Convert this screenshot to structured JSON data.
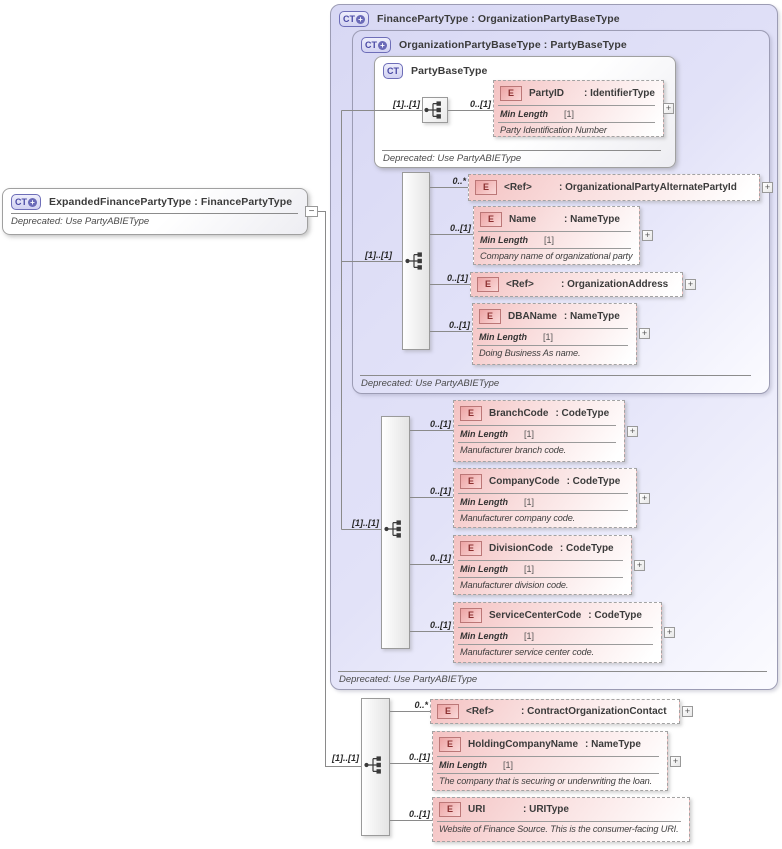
{
  "badges": {
    "complex_type": "CT",
    "element": "E"
  },
  "glyphs": {
    "plus": "+",
    "minus": "−"
  },
  "cardinality": {
    "one_one": "[1]..[1]",
    "zero_one": "0..[1]",
    "zero_many": "0..*"
  },
  "root": {
    "title": "ExpandedFinancePartyType : FinancePartyType",
    "deprecated": "Deprecated: Use PartyABIEType"
  },
  "finance_party": {
    "title": "FinancePartyType : OrganizationPartyBaseType",
    "deprecated": "Deprecated: Use PartyABIEType"
  },
  "org_party_base": {
    "title": "OrganizationPartyBaseType : PartyBaseType",
    "deprecated": "Deprecated: Use PartyABIEType"
  },
  "party_base": {
    "title": "PartyBaseType",
    "deprecated": "Deprecated: Use PartyABIEType"
  },
  "elements": {
    "party_id": {
      "name": "PartyID",
      "type": ": IdentifierType",
      "facet_label": "Min Length",
      "facet_value": "[1]",
      "doc": "Party Identification Number"
    },
    "alt_party_ref": {
      "name": "<Ref>",
      "type": ": OrganizationalPartyAlternatePartyId"
    },
    "org_name": {
      "name": "Name",
      "type": ": NameType",
      "facet_label": "Min Length",
      "facet_value": "[1]",
      "doc": "Company name of organizational party"
    },
    "org_address_ref": {
      "name": "<Ref>",
      "type": ": OrganizationAddress"
    },
    "dba_name": {
      "name": "DBAName",
      "type": ": NameType",
      "facet_label": "Min Length",
      "facet_value": "[1]",
      "doc": "Doing Business As name."
    },
    "branch_code": {
      "name": "BranchCode",
      "type": ": CodeType",
      "facet_label": "Min Length",
      "facet_value": "[1]",
      "doc": "Manufacturer branch code."
    },
    "company_code": {
      "name": "CompanyCode",
      "type": ": CodeType",
      "facet_label": "Min Length",
      "facet_value": "[1]",
      "doc": "Manufacturer company code."
    },
    "division_code": {
      "name": "DivisionCode",
      "type": ": CodeType",
      "facet_label": "Min Length",
      "facet_value": "[1]",
      "doc": "Manufacturer division code."
    },
    "service_center_code": {
      "name": "ServiceCenterCode",
      "type": ": CodeType",
      "facet_label": "Min Length",
      "facet_value": "[1]",
      "doc": "Manufacturer service center code."
    },
    "contract_contact_ref": {
      "name": "<Ref>",
      "type": ": ContractOrganizationContact"
    },
    "holding_company_name": {
      "name": "HoldingCompanyName",
      "type": ": NameType",
      "facet_label": "Min Length",
      "facet_value": "[1]",
      "doc": "The company that is securing or underwriting the loan."
    },
    "uri": {
      "name": "URI",
      "type": ": URIType",
      "doc": "Website of Finance Source. This is the consumer-facing URI."
    }
  },
  "colors": {
    "lavender_fill": "#dcdcf5",
    "element_pink": "#f5c6c6",
    "ct_badge_purple": "#5c5cac",
    "element_badge_red": "#c46a6a"
  }
}
